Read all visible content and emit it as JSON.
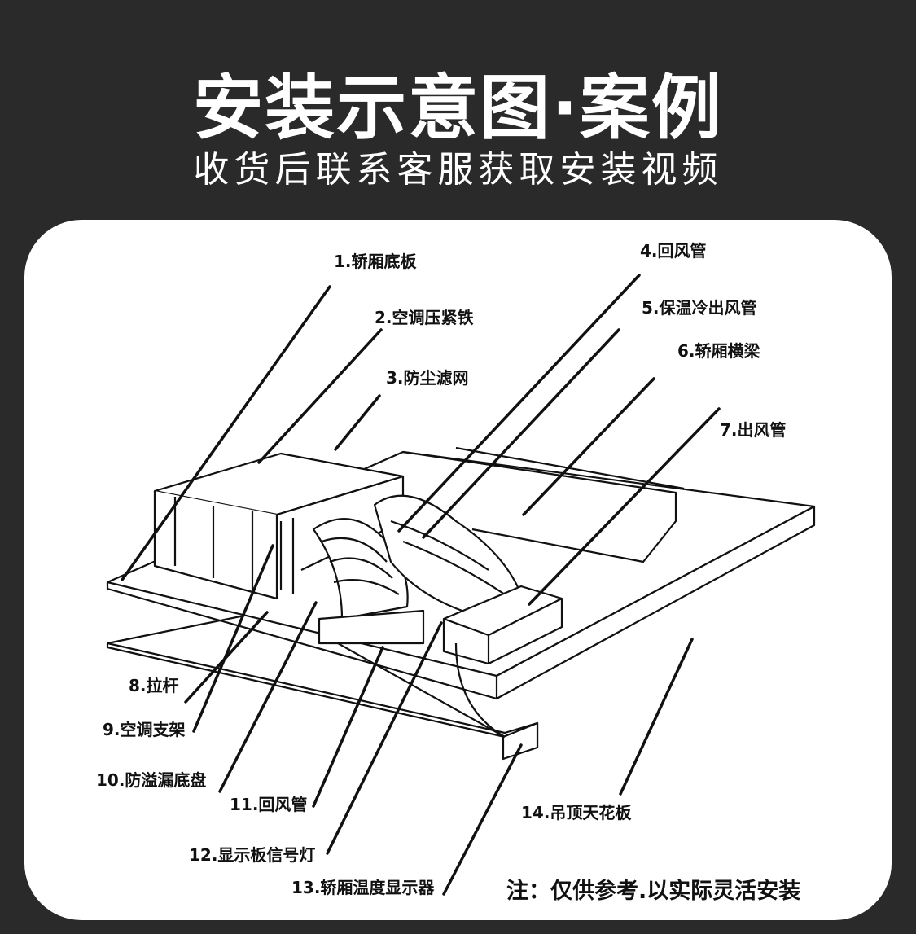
{
  "header": {
    "title": "安装示意图·案例",
    "subtitle": "收货后联系客服获取安装视频"
  },
  "diagram": {
    "labels": [
      "1.轿厢底板",
      "2.空调压紧铁",
      "3.防尘滤网",
      "4.回风管",
      "5.保温冷出风管",
      "6.轿厢横梁",
      "7.出风管",
      "8.拉杆",
      "9.空调支架",
      "10.防溢漏底盘",
      "11.回风管",
      "12.显示板信号灯",
      "13.轿厢温度显示器",
      "14.吊顶天花板"
    ],
    "note": "注：仅供参考.以实际灵活安装"
  },
  "colors": {
    "background": "#2a2a2a",
    "card": "#ffffff",
    "text_light": "#ffffff",
    "ink": "#111111"
  }
}
